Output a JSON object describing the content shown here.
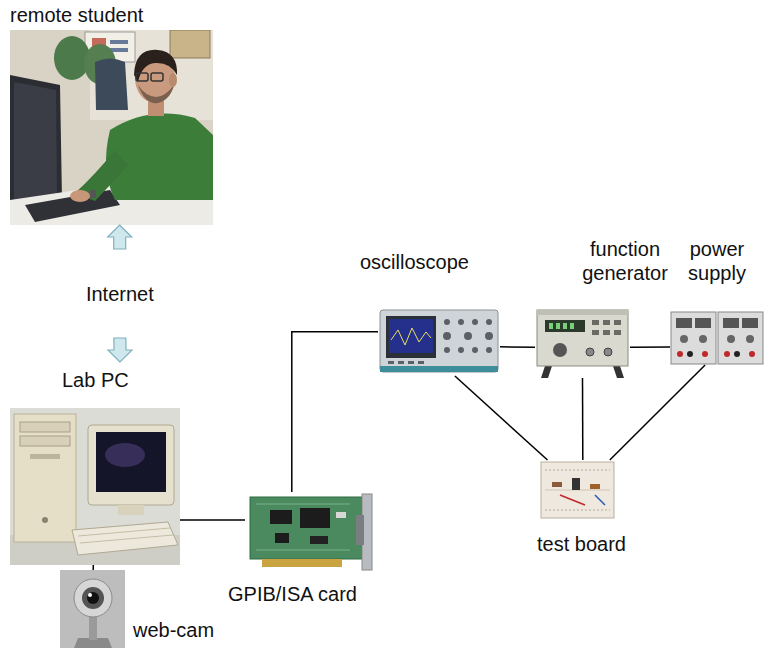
{
  "diagram": {
    "nodes": [
      {
        "text": [
          "remote student"
        ]
      },
      {
        "text": [
          "Lab PC"
        ]
      },
      {
        "text": [
          "web-cam"
        ]
      },
      {
        "text": [
          "GPIB/ISA card"
        ]
      },
      {
        "text": [
          "oscilloscope"
        ]
      },
      {
        "text": [
          "function generator"
        ]
      },
      {
        "text": [
          "power supply"
        ]
      },
      {
        "text": [
          "test board"
        ]
      }
    ],
    "edges": [
      {
        "from": 0,
        "to": 1,
        "label": "Internet",
        "arrow": "both"
      },
      {
        "from": 1,
        "to": 2,
        "arrow": "none"
      },
      {
        "from": 1,
        "to": 3,
        "arrow": "none"
      },
      {
        "from": 3,
        "to": 4,
        "arrow": "none"
      },
      {
        "from": 4,
        "to": 5,
        "arrow": "none"
      },
      {
        "from": 5,
        "to": 6,
        "arrow": "none"
      },
      {
        "from": 4,
        "to": 7,
        "arrow": "none"
      },
      {
        "from": 5,
        "to": 7,
        "arrow": "none"
      },
      {
        "from": 6,
        "to": 7,
        "arrow": "none"
      }
    ]
  }
}
